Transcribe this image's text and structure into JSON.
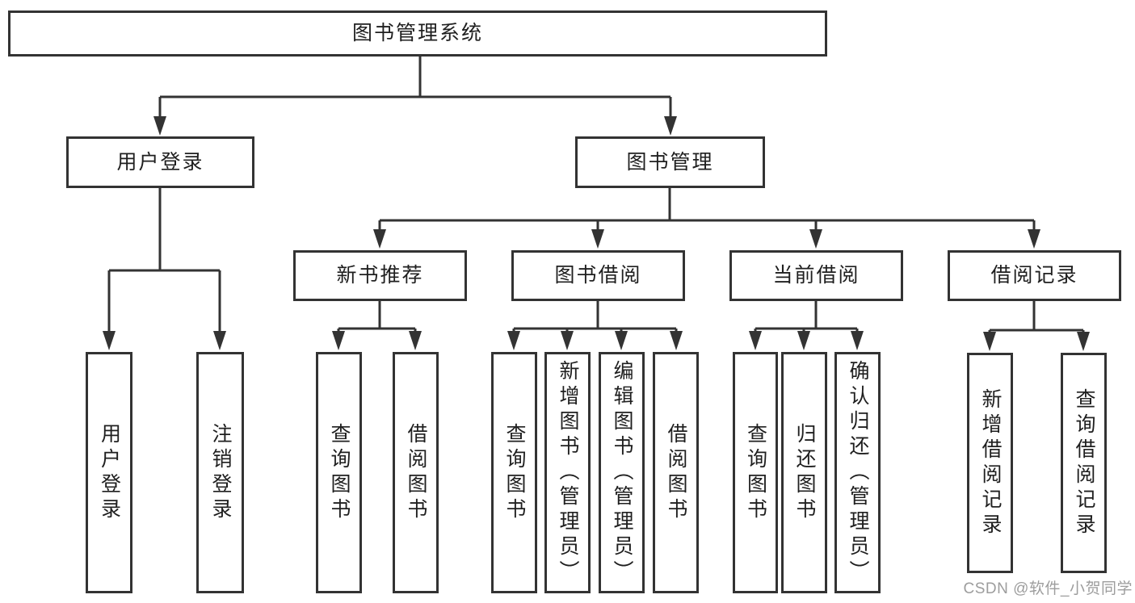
{
  "diagram": {
    "root": {
      "label": "图书管理系统"
    },
    "children": [
      {
        "label": "用户登录",
        "children": [
          {
            "label": "用户登录"
          },
          {
            "label": "注销登录"
          }
        ]
      },
      {
        "label": "图书管理",
        "children": [
          {
            "label": "新书推荐",
            "children": [
              {
                "label": "查询图书"
              },
              {
                "label": "借阅图书"
              }
            ]
          },
          {
            "label": "图书借阅",
            "children": [
              {
                "label": "查询图书"
              },
              {
                "label": "新增图书（管理员）"
              },
              {
                "label": "编辑图书（管理员）"
              },
              {
                "label": "借阅图书"
              }
            ]
          },
          {
            "label": "当前借阅",
            "children": [
              {
                "label": "查询图书"
              },
              {
                "label": "归还图书"
              },
              {
                "label": "确认归还（管理员）"
              }
            ]
          },
          {
            "label": "借阅记录",
            "children": [
              {
                "label": "新增借阅记录"
              },
              {
                "label": "查询借阅记录"
              }
            ]
          }
        ]
      }
    ]
  },
  "watermark": {
    "text": "CSDN @软件_小贺同学"
  },
  "colors": {
    "line": "#333333",
    "text": "#1f1f1f",
    "background": "#ffffff",
    "watermark": "#9d9d9d"
  }
}
